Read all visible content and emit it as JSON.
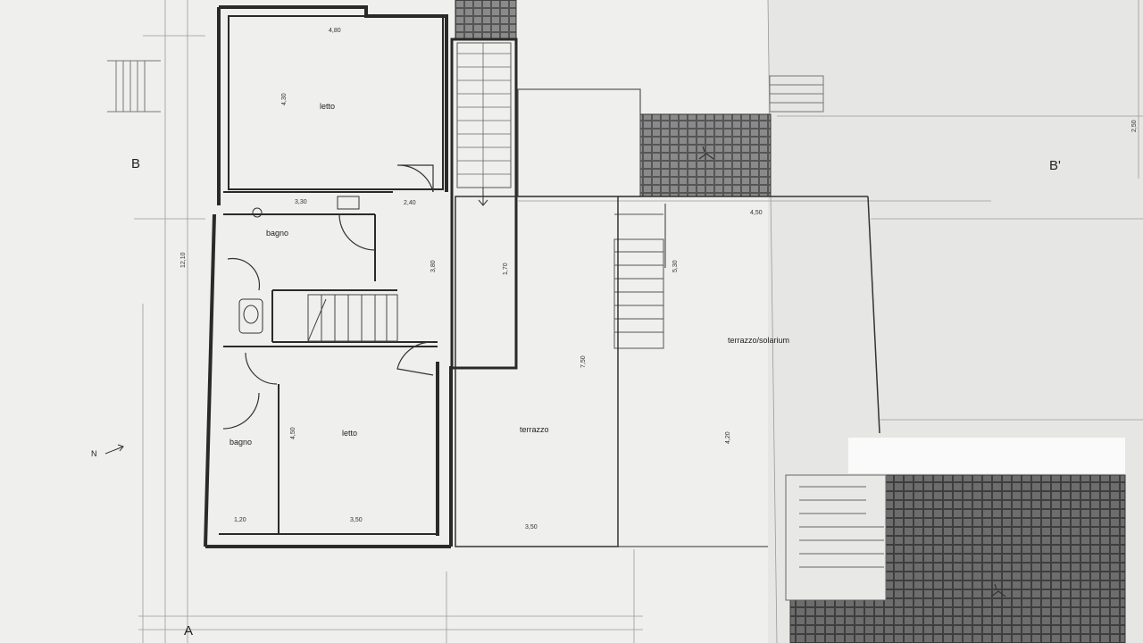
{
  "sections": {
    "a": "A",
    "b": "B",
    "b_prime": "B'"
  },
  "north": "N",
  "rooms": {
    "letto_top": "letto",
    "bagno_top": "bagno",
    "letto_bottom": "letto",
    "bagno_bottom": "bagno",
    "terrazzo": "terrazzo",
    "terrazzo_solarium": "terrazzo/solarium"
  },
  "dimensions": {
    "d480": "4,80",
    "d430": "4,30",
    "d330": "3,30",
    "d240": "2,40",
    "d1210": "12,10",
    "d380": "3,80",
    "d170": "1,70",
    "d450": "4,50",
    "d120": "1,20",
    "d350_bedroom": "3,50",
    "d350_terrace": "3,50",
    "d750": "7,50",
    "d450_solarium": "4,50",
    "d530": "5,30",
    "d420": "4,20",
    "d250": "2,50"
  }
}
